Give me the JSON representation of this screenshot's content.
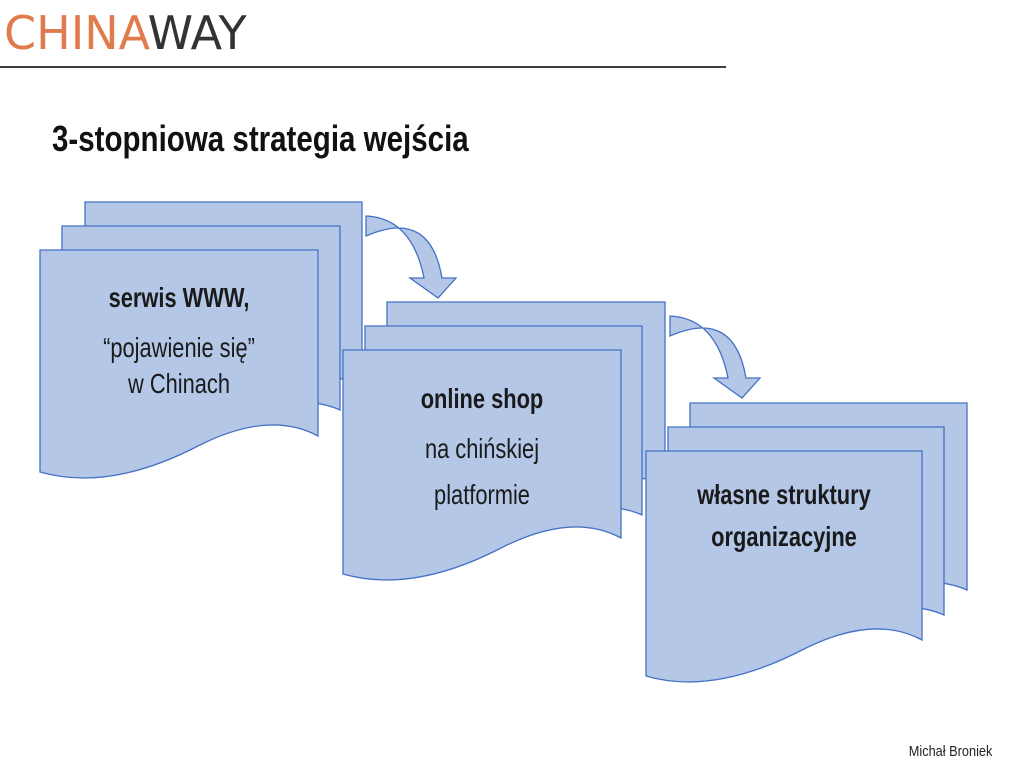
{
  "header": {
    "logo_part1": "CHINA",
    "logo_part2": "WAY",
    "logo_color_primary": "#e07b4e",
    "logo_color_secondary": "#333333"
  },
  "slide": {
    "title": "3-stopniowa strategia wejścia"
  },
  "diagram": {
    "shape_fill": "#b4c7e7",
    "shape_stroke": "#4472c4",
    "arrow_fill": "#b4c7e7",
    "steps": [
      {
        "heading": "serwis WWW,",
        "line1": "“pojawienie się”",
        "line2": "w Chinach"
      },
      {
        "heading": "online shop",
        "line1": "na chińskiej",
        "line2": "platformie"
      },
      {
        "heading": "własne struktury",
        "line1": "organizacyjne",
        "line2": ""
      }
    ]
  },
  "footer": {
    "author": "Michał Broniek"
  }
}
